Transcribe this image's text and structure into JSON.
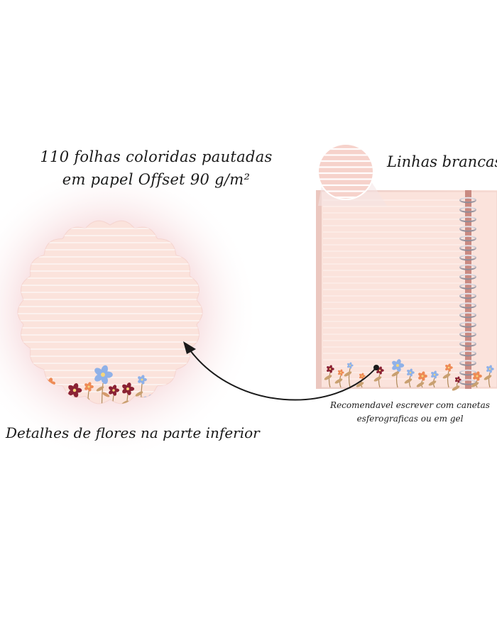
{
  "headline": {
    "line1": "110 folhas coloridas pautadas",
    "line2": "em papel Offset 90 g/m²"
  },
  "lines_label": "Linhas brancas",
  "caption": "Detalhes de flores na parte inferior",
  "note": {
    "line1": "Recomendavel escrever com  canetas",
    "line2": "esferograficas ou em gel"
  },
  "colors": {
    "page": "#fbe3dc",
    "glow": "#f3c9cf",
    "spiral": "#c0bcc4",
    "binder_strip": "#c98a82",
    "flower_blue": "#8fb1e8",
    "flower_red": "#8b2234",
    "flower_orange": "#ee8a55"
  },
  "icons": {
    "arrow": "curved-arrow-icon",
    "zoom": "magnifier-circle-icon"
  }
}
